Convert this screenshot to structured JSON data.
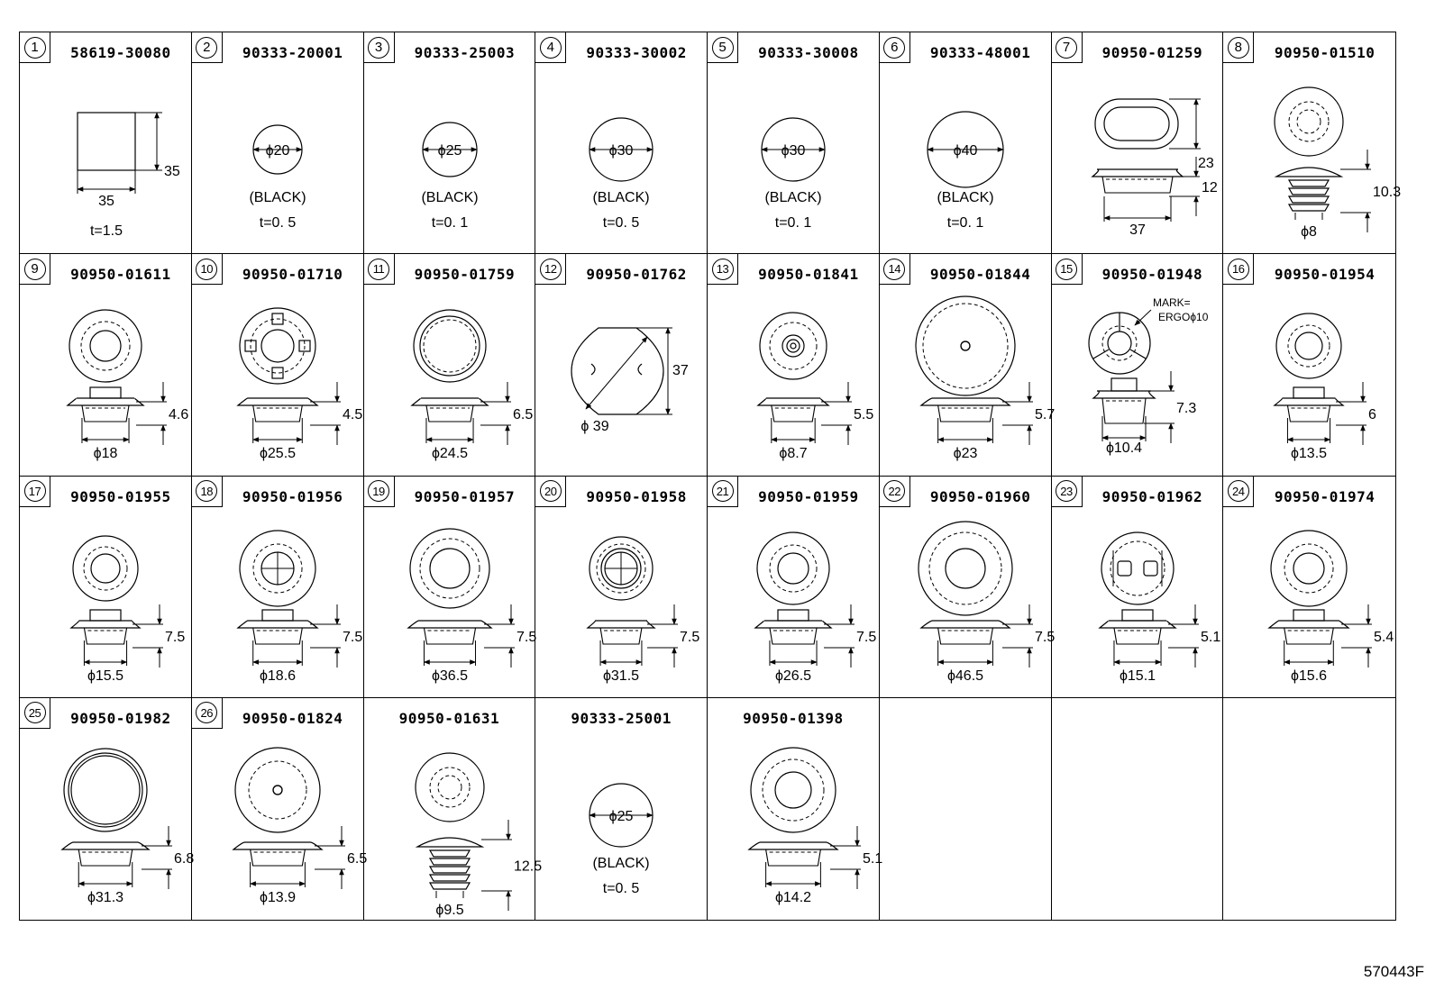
{
  "sheet_ref": "570443F",
  "parts": [
    {
      "index": "1",
      "part_no": "58619-30080",
      "type": "pad",
      "width": "35",
      "height": "35",
      "thickness": "t=1.5"
    },
    {
      "index": "2",
      "part_no": "90333-20001",
      "type": "disc",
      "diameter": "ϕ20",
      "color": "(BLACK)",
      "thickness": "t=0. 5",
      "r": 27
    },
    {
      "index": "3",
      "part_no": "90333-25003",
      "type": "disc",
      "diameter": "ϕ25",
      "color": "(BLACK)",
      "thickness": "t=0. 1",
      "r": 30
    },
    {
      "index": "4",
      "part_no": "90333-30002",
      "type": "disc",
      "diameter": "ϕ30",
      "color": "(BLACK)",
      "thickness": "t=0. 5",
      "r": 35
    },
    {
      "index": "5",
      "part_no": "90333-30008",
      "type": "disc",
      "diameter": "ϕ30",
      "color": "(BLACK)",
      "thickness": "t=0. 1",
      "r": 35
    },
    {
      "index": "6",
      "part_no": "90333-48001",
      "type": "disc",
      "diameter": "ϕ40",
      "color": "(BLACK)",
      "thickness": "t=0. 1",
      "r": 42
    },
    {
      "index": "7",
      "part_no": "90950-01259",
      "type": "oval",
      "dim_a": "23",
      "dim_b": "12",
      "dim_c": "37"
    },
    {
      "index": "8",
      "part_no": "90950-01510",
      "type": "dome",
      "dim_h": "10.3",
      "dim_d": "ϕ8"
    },
    {
      "index": "9",
      "part_no": "90950-01611",
      "type": "grommet",
      "dim_h": "4.6",
      "dim_d": "ϕ18",
      "r_outer": 40,
      "r_mid": 27,
      "r_in": 17,
      "style": "hole"
    },
    {
      "index": "10",
      "part_no": "90950-01710",
      "type": "grommet",
      "dim_h": "4.5",
      "dim_d": "ϕ25.5",
      "r_outer": 42,
      "r_mid": 30,
      "r_in": 18,
      "style": "tabs"
    },
    {
      "index": "11",
      "part_no": "90950-01759",
      "type": "grommet",
      "dim_h": "6.5",
      "dim_d": "ϕ24.5",
      "r_outer": 40,
      "r_mid": 33,
      "r_in": 0,
      "style": "plain"
    },
    {
      "index": "12",
      "part_no": "90950-01762",
      "type": "hexplug",
      "dim_h": "37",
      "dim_d": "ϕ 39"
    },
    {
      "index": "13",
      "part_no": "90950-01841",
      "type": "grommet",
      "dim_h": "5.5",
      "dim_d": "ϕ8.7",
      "r_outer": 37,
      "r_mid": 26,
      "r_in": 12,
      "style": "target"
    },
    {
      "index": "14",
      "part_no": "90950-01844",
      "type": "grommet",
      "dim_h": "5.7",
      "dim_d": "ϕ23",
      "r_outer": 55,
      "r_mid": 47,
      "r_in": 5,
      "style": "dot"
    },
    {
      "index": "15",
      "part_no": "90950-01948",
      "type": "marked",
      "dim_h": "7.3",
      "dim_d": "ϕ10.4",
      "mark_1": "MARK=",
      "mark_2": "ERGOϕ10"
    },
    {
      "index": "16",
      "part_no": "90950-01954",
      "type": "grommet",
      "dim_h": "6",
      "dim_d": "ϕ13.5",
      "r_outer": 36,
      "r_mid": 23,
      "r_in": 15,
      "style": "hole"
    },
    {
      "index": "17",
      "part_no": "90950-01955",
      "type": "grommet",
      "dim_h": "7.5",
      "dim_d": "ϕ15.5",
      "r_outer": 36,
      "r_mid": 24,
      "r_in": 16,
      "style": "hole"
    },
    {
      "index": "18",
      "part_no": "90950-01956",
      "type": "grommet",
      "dim_h": "7.5",
      "dim_d": "ϕ18.6",
      "r_outer": 42,
      "r_mid": 27,
      "r_in": 18,
      "style": "cross"
    },
    {
      "index": "19",
      "part_no": "90950-01957",
      "type": "grommet",
      "dim_h": "7.5",
      "dim_d": "ϕ36.5",
      "r_outer": 44,
      "r_mid": 33,
      "r_in": 22,
      "style": "hole"
    },
    {
      "index": "20",
      "part_no": "90950-01958",
      "type": "grommet",
      "dim_h": "7.5",
      "dim_d": "ϕ31.5",
      "r_outer": 35,
      "r_mid": 27,
      "r_in": 18,
      "style": "crossfill"
    },
    {
      "index": "21",
      "part_no": "90950-01959",
      "type": "grommet",
      "dim_h": "7.5",
      "dim_d": "ϕ26.5",
      "r_outer": 40,
      "r_mid": 26,
      "r_in": 17,
      "style": "hole"
    },
    {
      "index": "22",
      "part_no": "90950-01960",
      "type": "grommet",
      "dim_h": "7.5",
      "dim_d": "ϕ46.5",
      "r_outer": 52,
      "r_mid": 40,
      "r_in": 22,
      "style": "hole"
    },
    {
      "index": "23",
      "part_no": "90950-01962",
      "type": "grommet",
      "dim_h": "5.1",
      "dim_d": "ϕ15.1",
      "r_outer": 40,
      "r_mid": 30,
      "r_in": 0,
      "style": "slots"
    },
    {
      "index": "24",
      "part_no": "90950-01974",
      "type": "grommet",
      "dim_h": "5.4",
      "dim_d": "ϕ15.6",
      "r_outer": 42,
      "r_mid": 27,
      "r_in": 17,
      "style": "hole"
    },
    {
      "index": "25",
      "part_no": "90950-01982",
      "type": "grommet",
      "dim_h": "6.8",
      "dim_d": "ϕ31.3",
      "r_outer": 46,
      "r_mid": 41,
      "r_in": 0,
      "style": "ring"
    },
    {
      "index": "26",
      "part_no": "90950-01824",
      "type": "grommet",
      "dim_h": "6.5",
      "dim_d": "ϕ13.9",
      "r_outer": 47,
      "r_mid": 32,
      "r_in": 5,
      "style": "dot"
    },
    {
      "index": "",
      "part_no": "90950-01631",
      "type": "dome2",
      "dim_h": "12.5",
      "dim_d": "ϕ9.5"
    },
    {
      "index": "",
      "part_no": "90333-25001",
      "type": "disc",
      "diameter": "ϕ25",
      "color": "(BLACK)",
      "thickness": "t=0. 5",
      "r": 35
    },
    {
      "index": "",
      "part_no": "90950-01398",
      "type": "grommet",
      "dim_h": "5.1",
      "dim_d": "ϕ14.2",
      "r_outer": 47,
      "r_mid": 34,
      "r_in": 20,
      "style": "hole"
    },
    {
      "index": "",
      "part_no": "",
      "type": "empty"
    },
    {
      "index": "",
      "part_no": "",
      "type": "empty"
    },
    {
      "index": "",
      "part_no": "",
      "type": "empty"
    }
  ]
}
